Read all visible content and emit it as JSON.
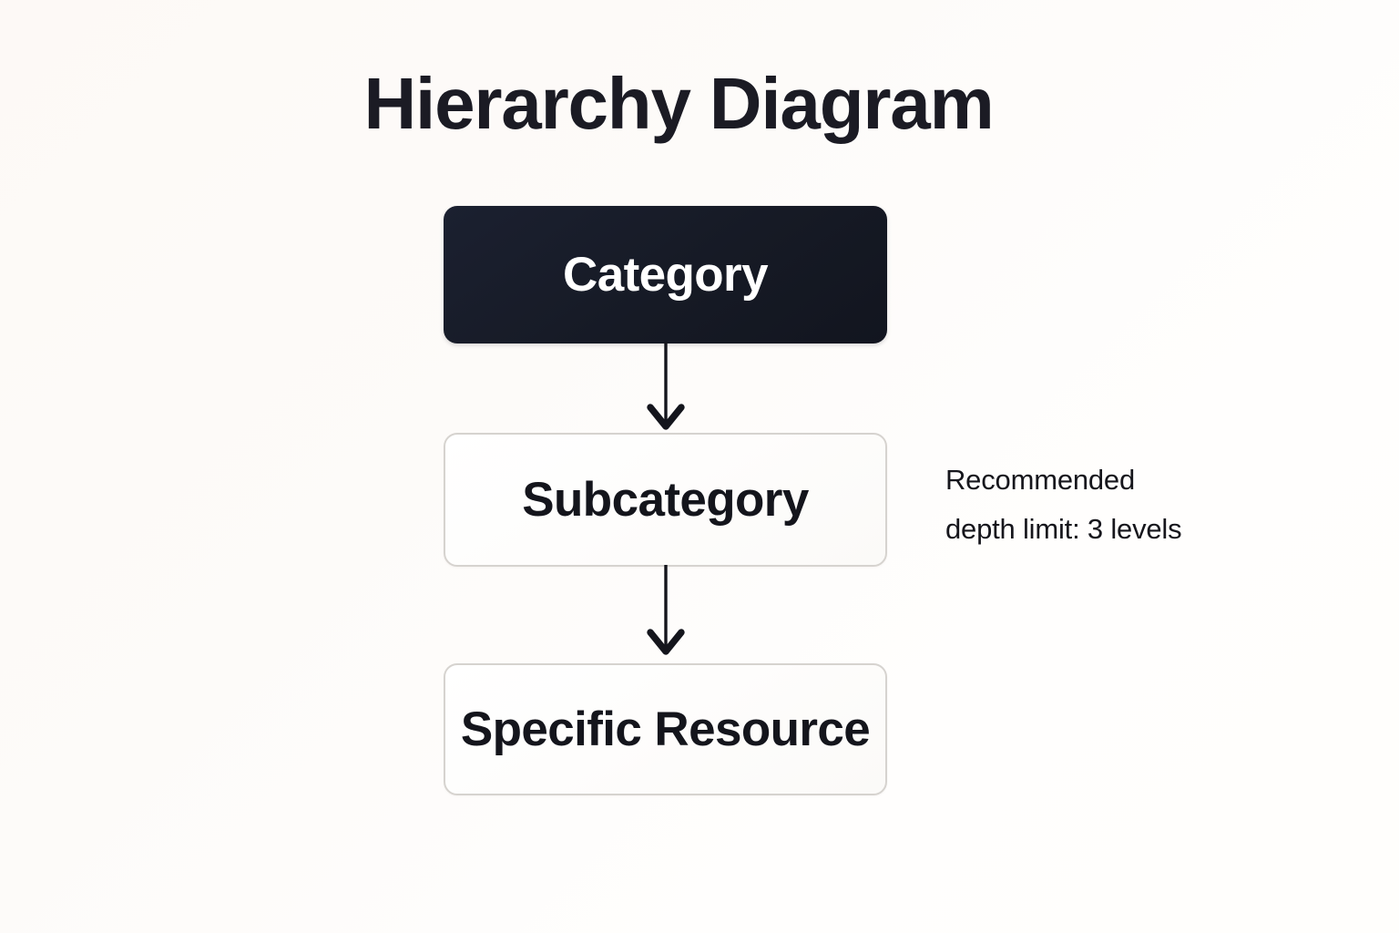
{
  "page": {
    "title": "Hierarchy Diagram",
    "background_color": "#fdfbf8"
  },
  "diagram": {
    "type": "hierarchy",
    "orientation": "vertical",
    "nodes": [
      {
        "id": "root",
        "label": "Category",
        "level": 1,
        "style": "filled-dark",
        "fill_color": "#171b26",
        "text_color": "#ffffff"
      },
      {
        "id": "mid",
        "label": "Subcategory",
        "level": 2,
        "style": "outlined-light",
        "fill_color": "#fefdfc",
        "border_color": "#d6d3cf",
        "text_color": "#14151c"
      },
      {
        "id": "leaf",
        "label": "Specific Resource",
        "level": 3,
        "style": "outlined-light",
        "fill_color": "#fefdfc",
        "border_color": "#d6d3cf",
        "text_color": "#14151c"
      }
    ],
    "edges": [
      {
        "id": "edge-1",
        "from": "root",
        "to": "mid",
        "arrow": "down",
        "color": "#14151c"
      },
      {
        "id": "edge-2",
        "from": "mid",
        "to": "leaf",
        "arrow": "down",
        "color": "#14151c"
      }
    ]
  },
  "annotation": {
    "line1": "Recommended",
    "line2": "depth limit: 3 levels",
    "text_color": "#16161c"
  }
}
